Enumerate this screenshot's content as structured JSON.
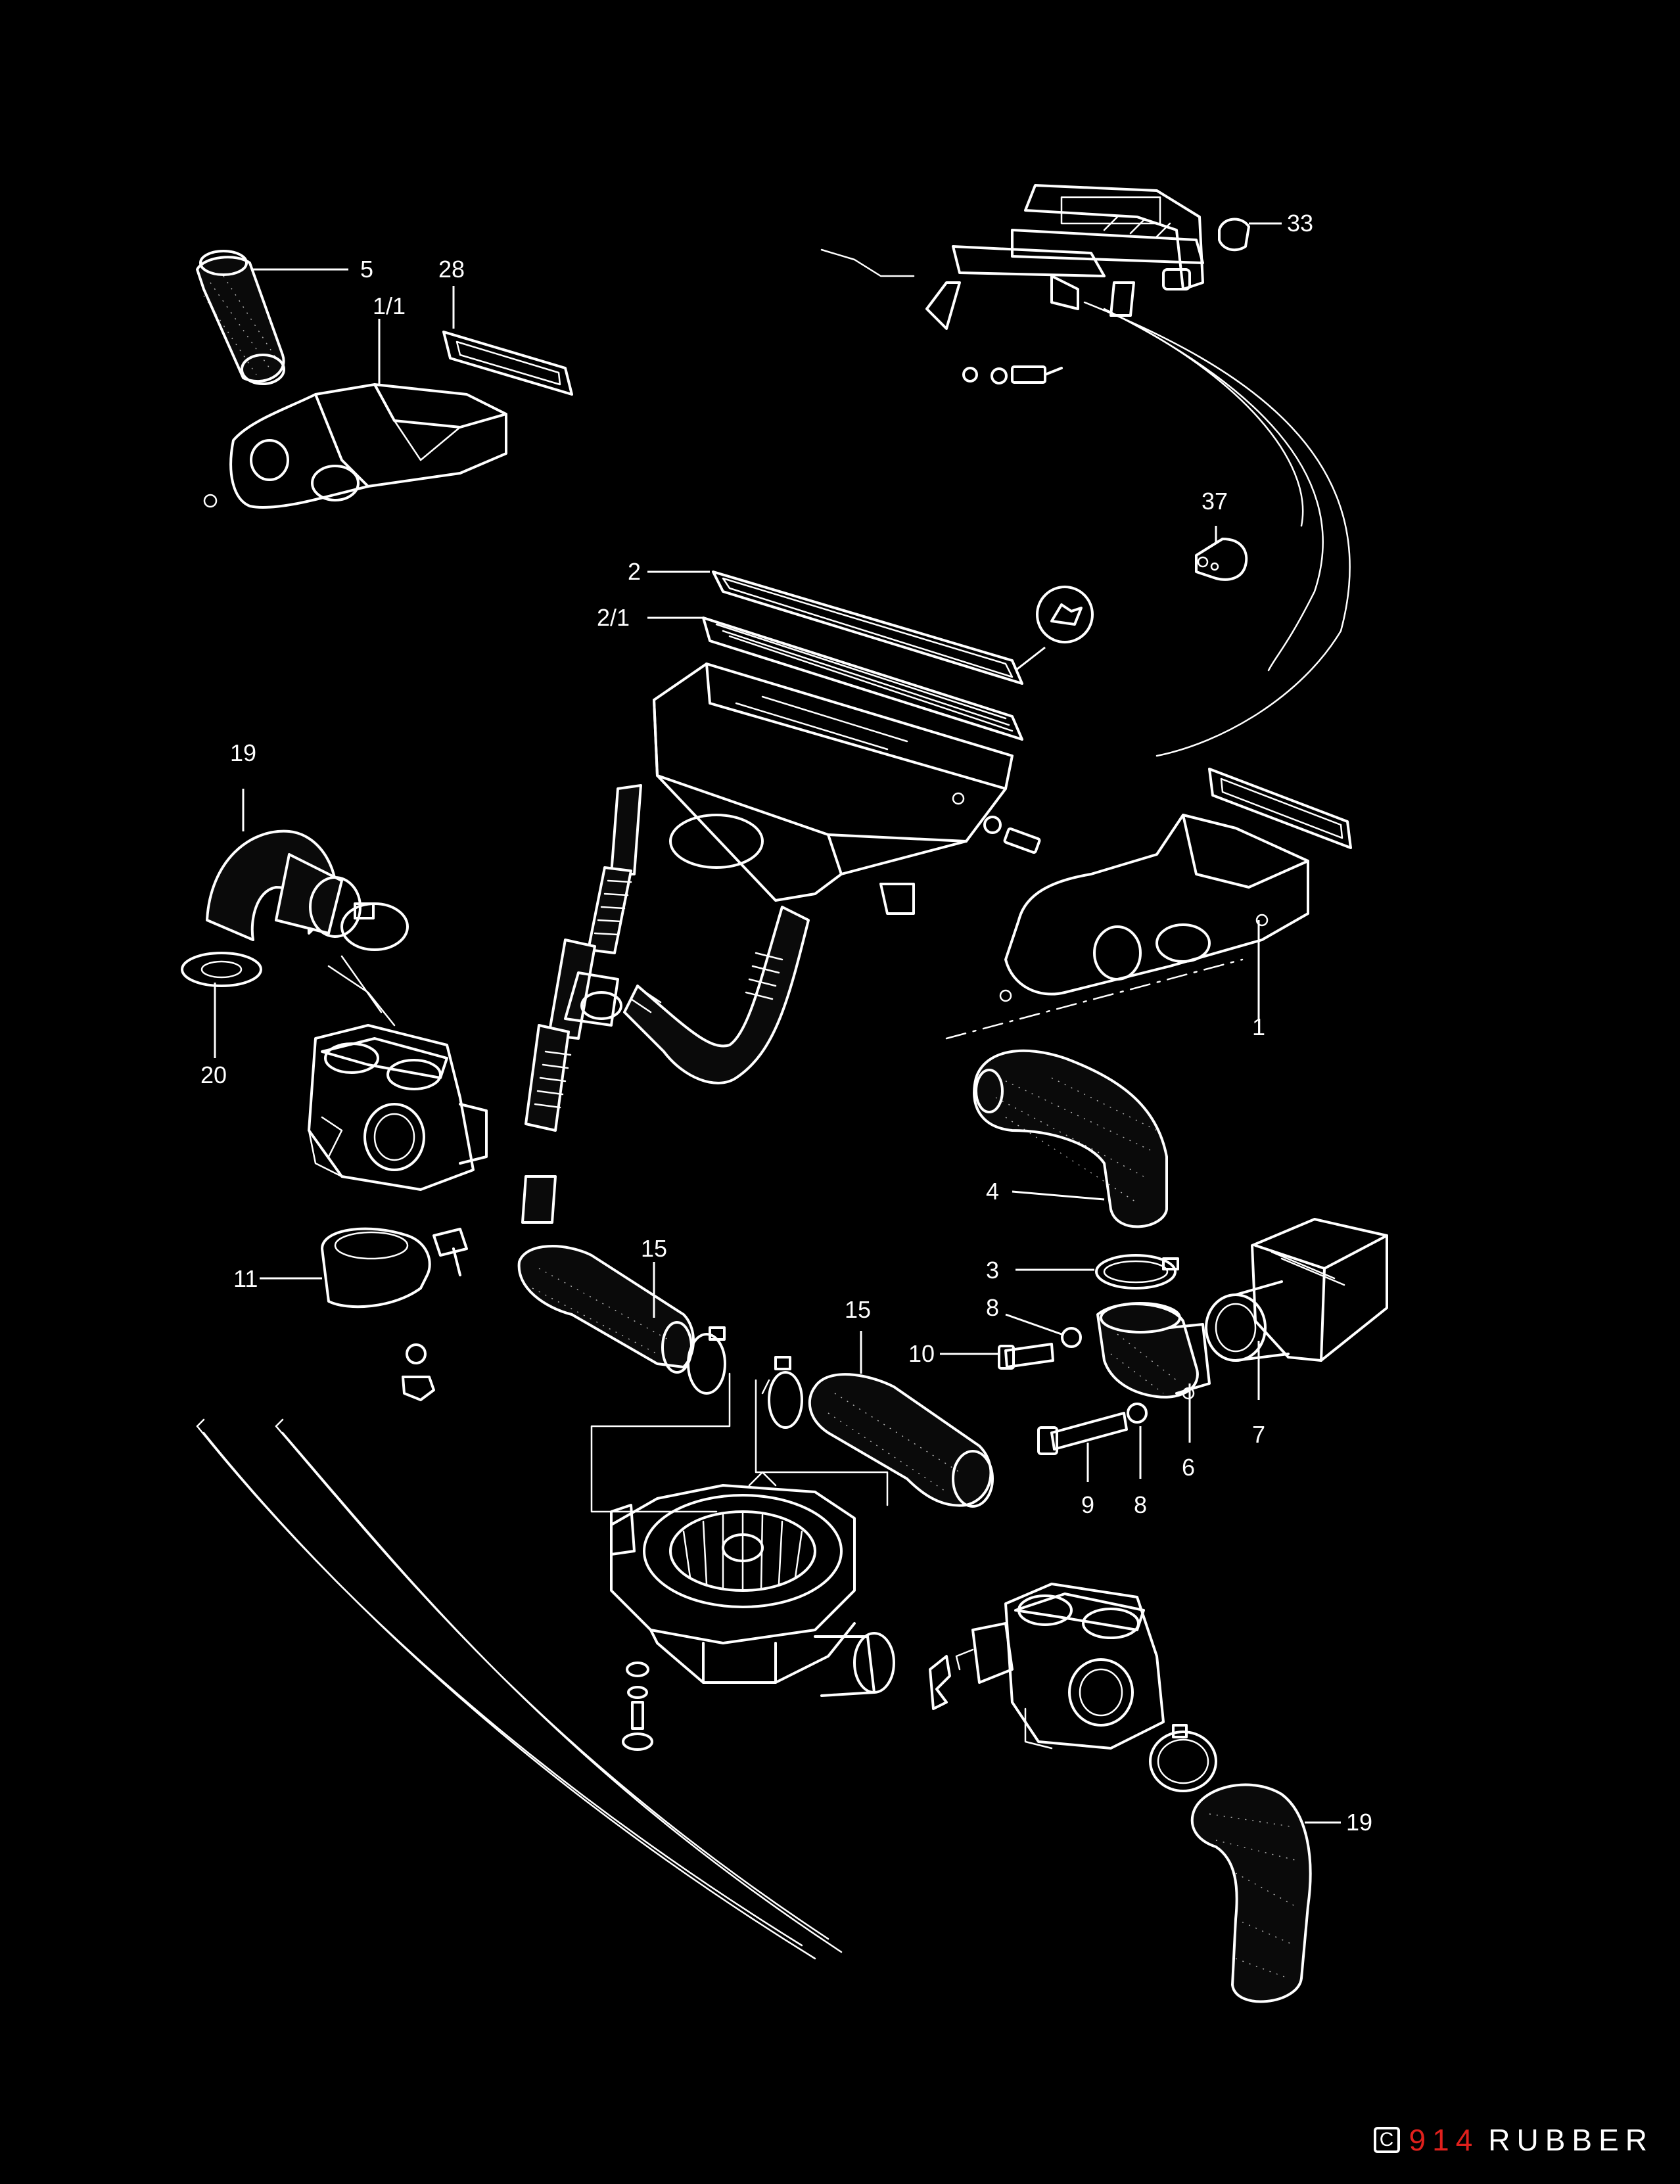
{
  "diagram": {
    "callouts": [
      {
        "id": "c33",
        "label": "33"
      },
      {
        "id": "c5",
        "label": "5"
      },
      {
        "id": "c28",
        "label": "28"
      },
      {
        "id": "c1-1",
        "label": "1/1"
      },
      {
        "id": "c37",
        "label": "37"
      },
      {
        "id": "c2",
        "label": "2"
      },
      {
        "id": "c2-1",
        "label": "2/1"
      },
      {
        "id": "c19a",
        "label": "19"
      },
      {
        "id": "c20",
        "label": "20"
      },
      {
        "id": "c1",
        "label": "1"
      },
      {
        "id": "c4",
        "label": "4"
      },
      {
        "id": "c3",
        "label": "3"
      },
      {
        "id": "c11",
        "label": "11"
      },
      {
        "id": "c15a",
        "label": "15"
      },
      {
        "id": "c15b",
        "label": "15"
      },
      {
        "id": "c8a",
        "label": "8"
      },
      {
        "id": "c10",
        "label": "10"
      },
      {
        "id": "c7",
        "label": "7"
      },
      {
        "id": "c6",
        "label": "6"
      },
      {
        "id": "c9",
        "label": "9"
      },
      {
        "id": "c8b",
        "label": "8"
      },
      {
        "id": "c19b",
        "label": "19"
      }
    ]
  },
  "brand": {
    "number": "914",
    "name": "RUBBER",
    "copyright_symbol": "C",
    "accent_color": "#e0201c"
  },
  "colors": {
    "background": "#000000",
    "line": "#ffffff"
  }
}
